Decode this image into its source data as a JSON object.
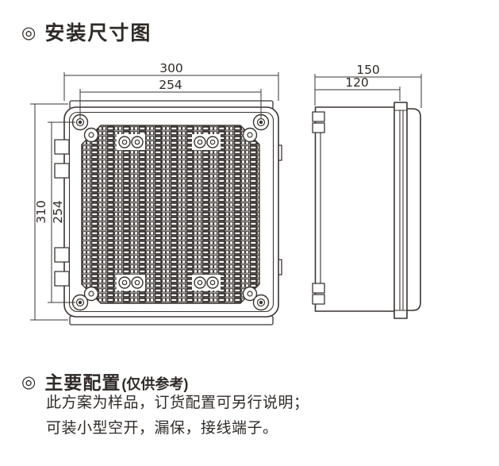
{
  "colors": {
    "background": "#ffffff",
    "line": "#3a3431",
    "text": "#2f2a27"
  },
  "title": {
    "bullet": "◎",
    "text": "安装尺寸图"
  },
  "drawing": {
    "front_view": {
      "dim_outer_width": "300",
      "dim_mount_hole_width": "254",
      "dim_outer_height": "310",
      "dim_mount_hole_height": "254"
    },
    "side_view": {
      "dim_overall_depth": "150",
      "dim_body_depth": "120"
    }
  },
  "config": {
    "bullet": "◎",
    "heading": "主要配置",
    "note": "(仅供参考)",
    "lines": [
      "此方案为样品，订货配置可另行说明；",
      "可装小型空开，漏保，接线端子。"
    ]
  }
}
